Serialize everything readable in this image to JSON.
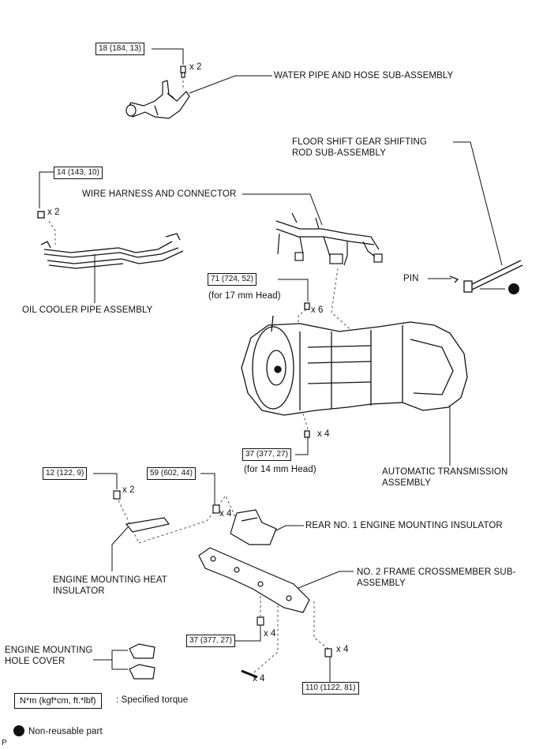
{
  "parts": {
    "water_pipe": "WATER PIPE AND HOSE SUB-ASSEMBLY",
    "floor_shift_1": "FLOOR SHIFT GEAR SHIFTING",
    "floor_shift_2": "ROD SUB-ASSEMBLY",
    "wire_harness": "WIRE HARNESS AND CONNECTOR",
    "pin": "PIN",
    "oil_cooler": "OIL COOLER PIPE ASSEMBLY",
    "auto_trans_1": "AUTOMATIC TRANSMISSION",
    "auto_trans_2": "ASSEMBLY",
    "rear_mount": "REAR NO. 1 ENGINE MOUNTING INSULATOR",
    "heat_ins_1": "ENGINE MOUNTING HEAT",
    "heat_ins_2": "INSULATOR",
    "crossmember_1": "NO. 2 FRAME CROSSMEMBER SUB-",
    "crossmember_2": "ASSEMBLY",
    "hole_cover_1": "ENGINE MOUNTING",
    "hole_cover_2": "HOLE COVER"
  },
  "torques": {
    "t1": "18 (184, 13)",
    "t2": "14 (143, 10)",
    "t3": "71 (724, 52)",
    "t4": "37 (377, 27)",
    "t5": "12 (122, 9)",
    "t6": "59 (602, 44)",
    "t7": "37 (377, 27)",
    "t8": "110 (1122, 81)"
  },
  "notes": {
    "head17": "(for 17 mm Head)",
    "head14": "(for 14 mm Head)"
  },
  "quantities": {
    "q1": "x 2",
    "q2": "x 2",
    "q3": "x 6",
    "q4": "x 4",
    "q5": "x 2",
    "q6": "x 4",
    "q7": "x 4",
    "q8": "x 4",
    "q9": "x 4"
  },
  "legend": {
    "unit": "N*m (kgf*cm, ft.*lbf)",
    "unit_desc": ": Specified torque",
    "nonreusable": "Non-reusable part"
  },
  "corner_mark": "P"
}
